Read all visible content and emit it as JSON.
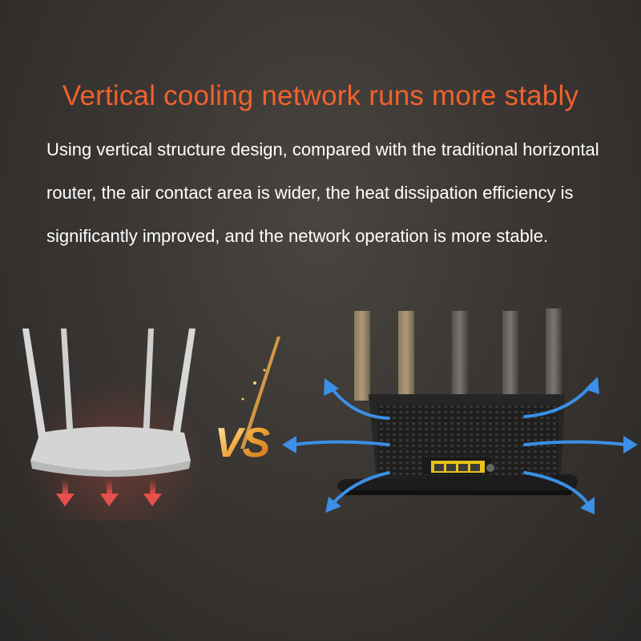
{
  "headline": "Vertical cooling network runs more stably",
  "description": "Using vertical structure design, compared with the traditional horizontal router, the air contact area is wider, the heat dissipation efficiency is significantly improved, and the network operation is more stable.",
  "vs_label": "VS",
  "colors": {
    "headline": "#f0622d",
    "text": "#ffffff",
    "heat_arrow": "#e8504a",
    "airflow_arrow": "#3b8fe6",
    "vs_gold": "#f0a53a"
  },
  "icons": {
    "left_device": "horizontal-router-icon",
    "right_device": "vertical-router-icon",
    "heat": "heat-arrow-icon",
    "airflow": "airflow-arrow-icon"
  }
}
